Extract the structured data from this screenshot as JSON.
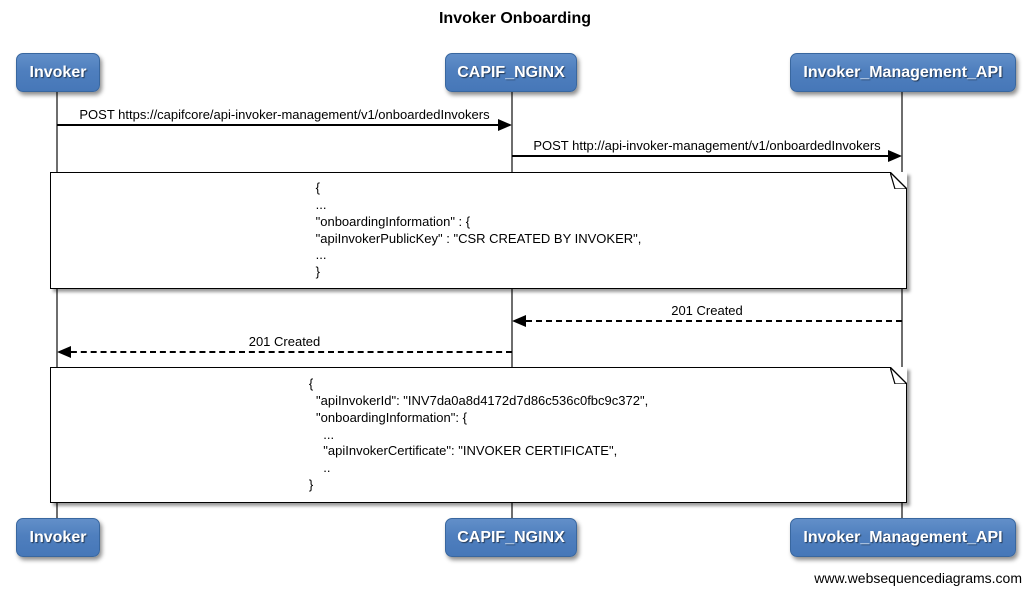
{
  "diagram": {
    "title": "Invoker Onboarding",
    "watermark": "www.websequencediagrams.com",
    "type": "sequence-diagram"
  },
  "actors": {
    "invoker": "Invoker",
    "capif": "CAPIF_NGINX",
    "ima": "Invoker_Management_API"
  },
  "messages": [
    {
      "from": "Invoker",
      "to": "CAPIF_NGINX",
      "style": "solid",
      "label": "POST https://capifcore/api-invoker-management/v1/onboardedInvokers"
    },
    {
      "from": "CAPIF_NGINX",
      "to": "Invoker_Management_API",
      "style": "solid",
      "label": "POST http://api-invoker-management/v1/onboardedInvokers"
    },
    {
      "from": "Invoker_Management_API",
      "to": "CAPIF_NGINX",
      "style": "dashed",
      "label": "201 Created"
    },
    {
      "from": "CAPIF_NGINX",
      "to": "Invoker",
      "style": "dashed",
      "label": "201 Created"
    }
  ],
  "notes": [
    {
      "text": "{\n...\n\"onboardingInformation\" : {\n\"apiInvokerPublicKey\" : \"CSR CREATED BY INVOKER\",\n...\n}"
    },
    {
      "text": "{\n  \"apiInvokerId\": \"INV7da0a8d4172d7d86c536c0fbc9c372\",\n  \"onboardingInformation\": {\n    ...\n    \"apiInvokerCertificate\": \"INVOKER CERTIFICATE\",\n    ..\n}"
    }
  ],
  "colors": {
    "actor_fill": "#4f7fbe",
    "actor_border": "#39679f",
    "actor_text": "#ffffff",
    "lifeline": "#6e6e6e",
    "message_line": "#000000",
    "note_fill": "#ffffff",
    "note_border": "#000000",
    "background": "#ffffff"
  }
}
